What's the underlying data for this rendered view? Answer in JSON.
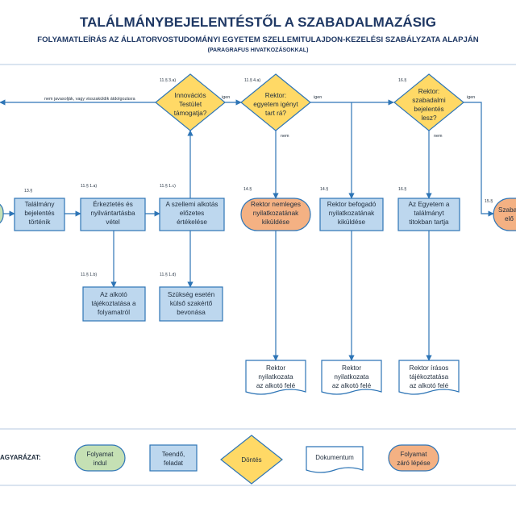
{
  "title": {
    "main": "TALÁLMÁNYBEJELENTÉSTŐL A SZABADALMAZÁSIG",
    "sub": "FOLYAMATLEÍRÁS AZ ÁLLATORVOSTUDOMÁNYI EGYETEM SZELLEMITULAJDON-KEZELÉSI SZABÁLYZATA ALAPJÁN",
    "note": "(PARAGRAFUS HIVATKOZÁSOKKAL)"
  },
  "colors": {
    "task": "#bdd7ee",
    "decision": "#ffd966",
    "start": "#c5e0b4",
    "end": "#f4b183",
    "line": "#2e75b6",
    "title": "#1f3864"
  },
  "nodes": {
    "bejelentes": {
      "ref": "13.§",
      "lines": [
        "Találmány",
        "bejelentés",
        "történik"
      ]
    },
    "erkeztetes": {
      "ref": "11.§ 1.a)",
      "lines": [
        "Érkeztetés és",
        "nyilvántartásba",
        "vétel"
      ]
    },
    "ertekeles": {
      "ref": "11.§ 1.c)",
      "lines": [
        "A szellemi alkotás",
        "előzetes",
        "értékelése"
      ]
    },
    "tajekoztatas": {
      "ref": "11.§ 1.b)",
      "lines": [
        "Az alkotó",
        "tájékoztatása a",
        "folyamatról"
      ]
    },
    "szakerto": {
      "ref": "11.§ 1.d)",
      "lines": [
        "Szükség esetén",
        "külső szakértő",
        "bevonása"
      ]
    },
    "testulet": {
      "ref": "11.§ 3.a)",
      "lines": [
        "Innovációs",
        "Testület",
        "támogatja?"
      ]
    },
    "rektor_igeny": {
      "ref": "11.§ 4.a)",
      "lines": [
        "Rektor:",
        "egyetem igényt",
        "tart rá?"
      ]
    },
    "rektor_szab": {
      "ref": "16.§",
      "lines": [
        "Rektor:",
        "szabadalmi",
        "bejelentés",
        "lesz?"
      ]
    },
    "nemleges": {
      "ref": "14.§",
      "lines": [
        "Rektor nemleges",
        "nyilatkozatának",
        "kiküldése"
      ]
    },
    "befogado": {
      "ref": "14.§",
      "lines": [
        "Rektor befogadó",
        "nyilatkozatának",
        "kiküldése"
      ]
    },
    "titok": {
      "ref": "16.§",
      "lines": [
        "Az Egyetem a",
        "találmányt",
        "titokban tartja"
      ]
    },
    "szabadalmi": {
      "ref": "15.§",
      "lines": [
        "Szaba",
        "elő"
      ]
    },
    "doc1": {
      "lines": [
        "Rektor",
        "nyilatkozata",
        "az alkotó felé"
      ]
    },
    "doc2": {
      "lines": [
        "Rektor",
        "nyilatkozata",
        "az alkotó felé"
      ]
    },
    "doc3": {
      "lines": [
        "Rektor írásos",
        "tájékoztatása",
        "az alkotó felé"
      ]
    }
  },
  "edges": {
    "back": "nem javasolják, vagy visszaküldik átdolgozásra",
    "igen1": "igen",
    "igen2": "igen",
    "igen3": "igen",
    "nem1": "nem",
    "nem2": "nem"
  },
  "legend": {
    "label": "AGYARÁZAT:",
    "start": [
      "Folyamat",
      "indul"
    ],
    "task": [
      "Teendő,",
      "feladat"
    ],
    "decision": [
      "Döntés"
    ],
    "document": [
      "Dokumentum"
    ],
    "end": [
      "Folyamat",
      "záró lépése"
    ]
  }
}
